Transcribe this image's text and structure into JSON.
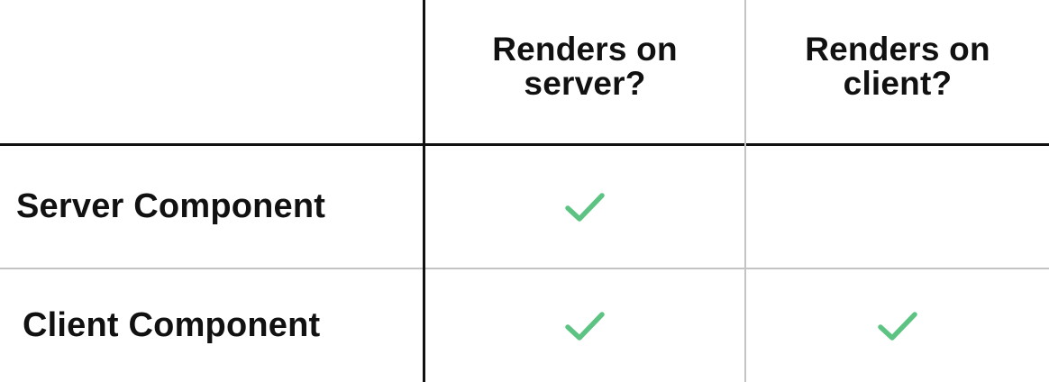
{
  "columns": [
    {
      "label_line1": "Renders on",
      "label_line2": "server?"
    },
    {
      "label_line1": "Renders on",
      "label_line2": "client?"
    }
  ],
  "rows": [
    {
      "label": "Server Component",
      "renders_on_server": true,
      "renders_on_client": false
    },
    {
      "label": "Client Component",
      "renders_on_server": true,
      "renders_on_client": true
    }
  ],
  "colors": {
    "check": "#5cc382",
    "dark_line": "#111111",
    "light_line": "#c4c4c4",
    "text": "#111111"
  },
  "icons": {
    "check": "checkmark-icon"
  }
}
